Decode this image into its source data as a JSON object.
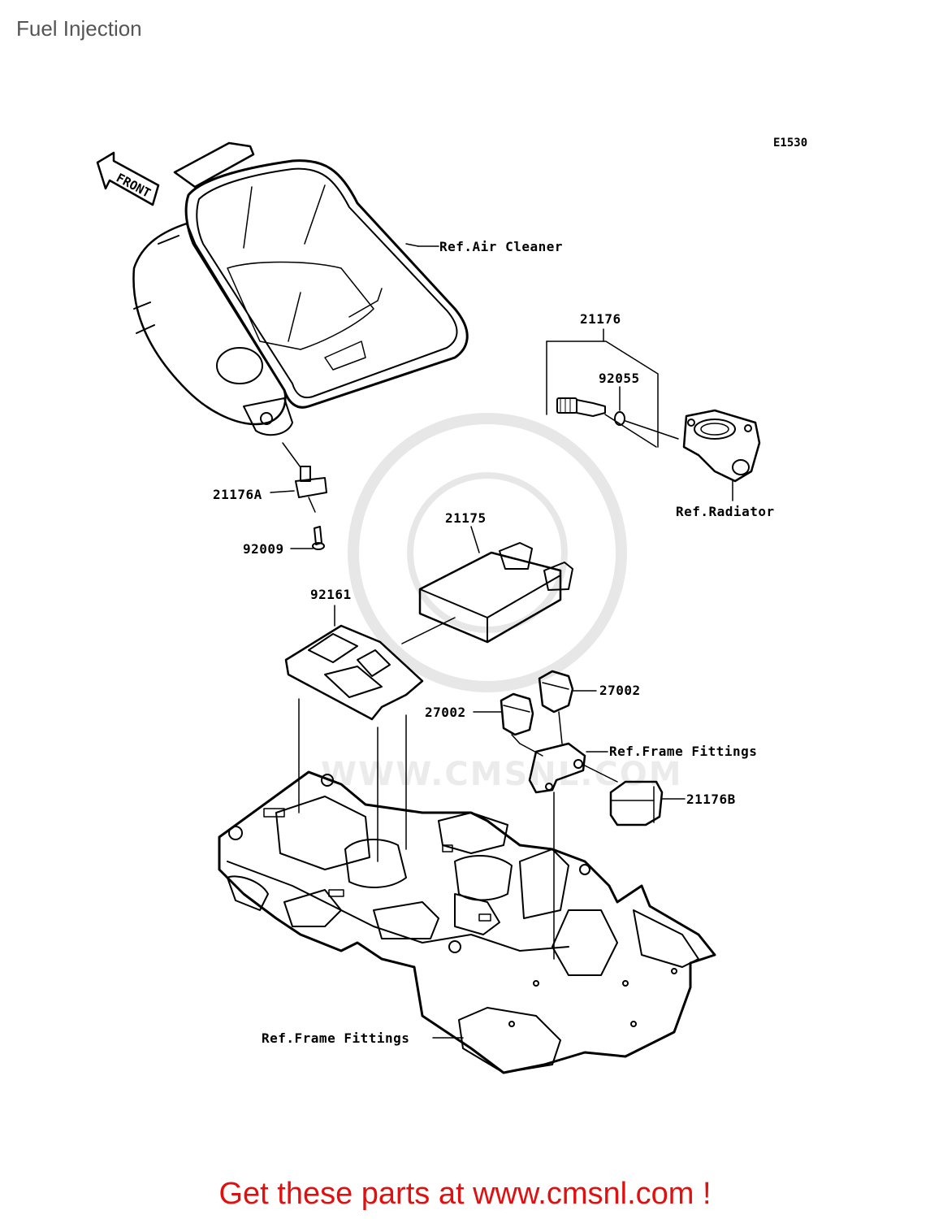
{
  "page_title": "Fuel Injection",
  "diagram_id": "E1530",
  "front_label": "FRONT",
  "callouts": {
    "air_cleaner": "Ref.Air Cleaner",
    "p21176": "21176",
    "p92055": "92055",
    "radiator": "Ref.Radiator",
    "p21176A": "21176A",
    "p92009": "92009",
    "p21175": "21175",
    "p92161": "92161",
    "p27002_right": "27002",
    "p27002_left": "27002",
    "frame_fittings_upper": "Ref.Frame Fittings",
    "p21176B": "21176B",
    "frame_fittings_lower": "Ref.Frame Fittings"
  },
  "watermark": "WWW.CMSNL.COM",
  "footer_link": "Get these parts at www.cmsnl.com !",
  "colors": {
    "footer": "#e01010",
    "title": "#555555",
    "line": "#000000"
  }
}
